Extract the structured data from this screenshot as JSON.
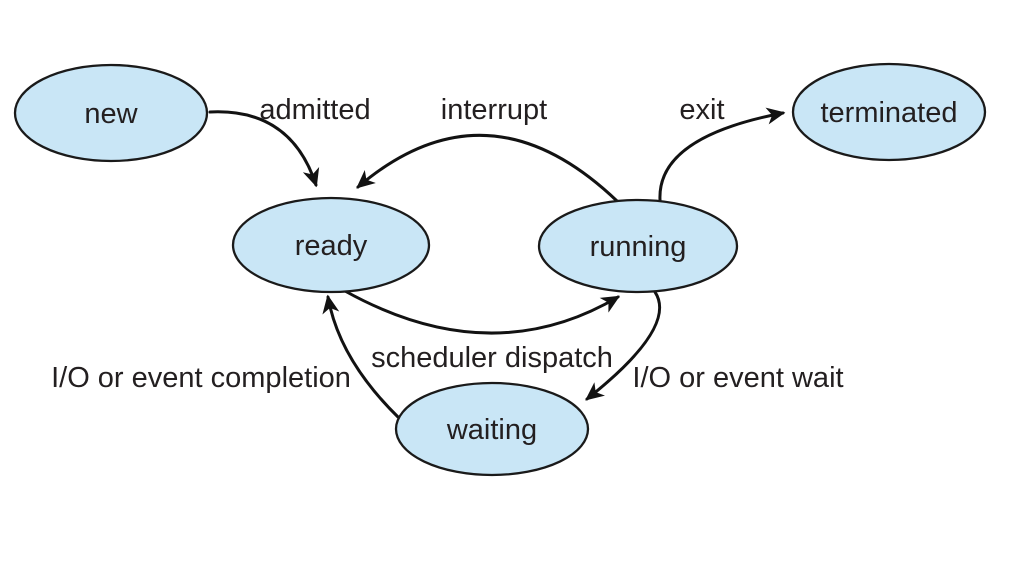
{
  "diagram": {
    "kind": "state-transition-diagram",
    "background": "#ffffff"
  },
  "colors": {
    "state_fill": "#c9e6f6",
    "state_stroke": "#1a1a1a",
    "arrow": "#121212",
    "text": "#231f20"
  },
  "states": [
    {
      "id": "new",
      "label": "new"
    },
    {
      "id": "ready",
      "label": "ready"
    },
    {
      "id": "running",
      "label": "running"
    },
    {
      "id": "waiting",
      "label": "waiting"
    },
    {
      "id": "terminated",
      "label": "terminated"
    }
  ],
  "transitions": [
    {
      "id": "admitted",
      "label": "admitted",
      "from": "new",
      "to": "ready"
    },
    {
      "id": "interrupt",
      "label": "interrupt",
      "from": "running",
      "to": "ready"
    },
    {
      "id": "exit",
      "label": "exit",
      "from": "running",
      "to": "terminated"
    },
    {
      "id": "scheduler-dispatch",
      "label": "scheduler dispatch",
      "from": "ready",
      "to": "running"
    },
    {
      "id": "io-event-wait",
      "label": "I/O or event wait",
      "from": "running",
      "to": "waiting"
    },
    {
      "id": "io-event-completion",
      "label": "I/O or event completion",
      "from": "waiting",
      "to": "ready"
    }
  ]
}
